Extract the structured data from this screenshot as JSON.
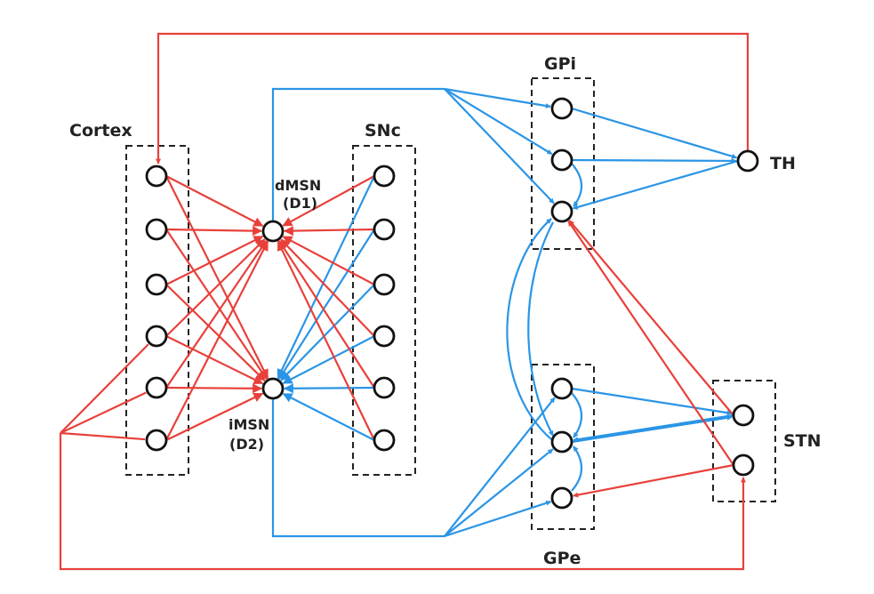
{
  "colors": {
    "excitatory": "#e8403a",
    "inhibitory": "#2a95e6",
    "node_stroke": "#111111",
    "box_stroke": "#222222"
  },
  "labels": {
    "cortex": "Cortex",
    "snc": "SNc",
    "gpi": "GPi",
    "gpe": "GPe",
    "th": "TH",
    "stn": "STN",
    "dmsn": "dMSN",
    "d1": "(D1)",
    "imsn": "iMSN",
    "d2": "(D2)"
  },
  "groups": [
    {
      "id": "cortex",
      "node_count": 6
    },
    {
      "id": "snc",
      "node_count": 6
    },
    {
      "id": "gpi",
      "node_count": 3
    },
    {
      "id": "gpe",
      "node_count": 3
    },
    {
      "id": "stn",
      "node_count": 2
    },
    {
      "id": "th",
      "node_count": 1
    },
    {
      "id": "dmsn",
      "node_count": 1
    },
    {
      "id": "imsn",
      "node_count": 1
    }
  ]
}
